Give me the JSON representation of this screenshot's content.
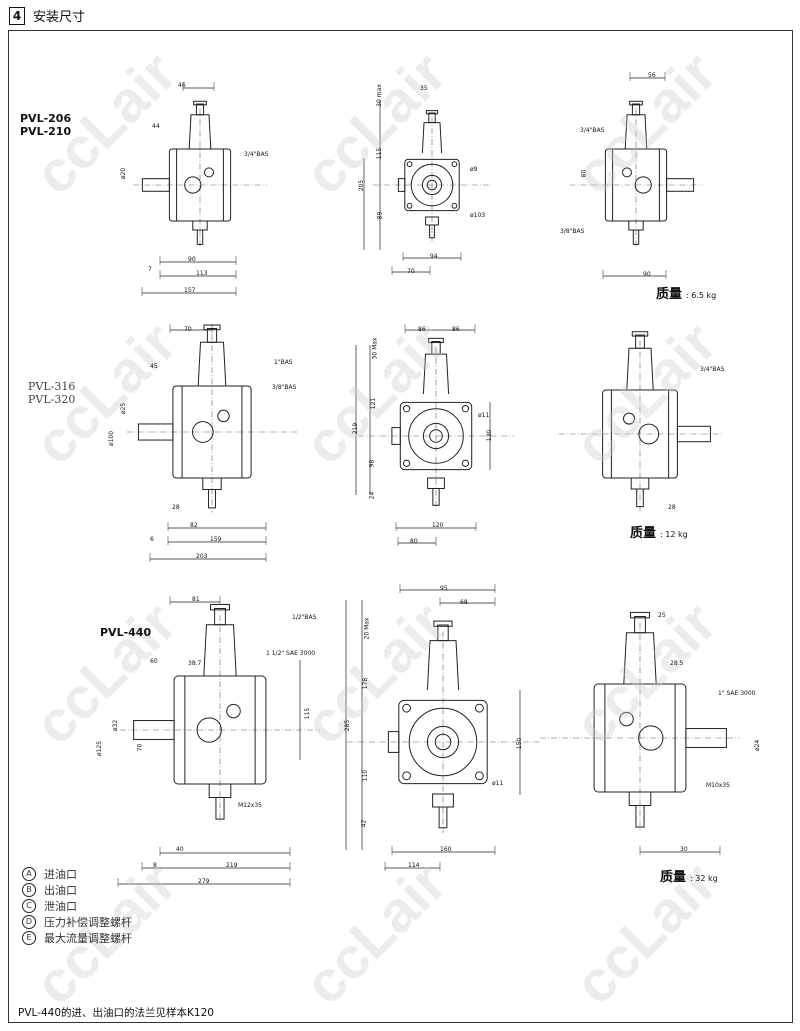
{
  "header": {
    "section_number": "4",
    "title": "安装尺寸"
  },
  "watermark": "ccLair",
  "rows": [
    {
      "models": [
        "PVL-206",
        "PVL-210"
      ],
      "mass_label": "质量",
      "mass_value": ": 6.5 kg",
      "front_dims": [
        "46",
        "44",
        "ø20",
        "90",
        "113",
        "157",
        "7"
      ],
      "front_callouts": [
        "3/4\"BAS"
      ],
      "side_dims": [
        "35",
        "30 max",
        "115",
        "205",
        "89",
        "94",
        "70",
        "ø9",
        "ø103"
      ],
      "back_dims": [
        "56",
        "3/4\"BAS",
        "80",
        "3/8\"BAS",
        "90"
      ]
    },
    {
      "models": [
        "PVL-316",
        "PVL-320"
      ],
      "mass_label": "质量",
      "mass_value": ": 12 kg",
      "front_dims": [
        "70",
        "45",
        "ø25",
        "ø100",
        "28",
        "82",
        "159",
        "6",
        "203"
      ],
      "front_callouts": [
        "1\"BAS",
        "3/8\"BAS"
      ],
      "side_dims": [
        "86",
        "86",
        "30 Max",
        "121",
        "219",
        "98",
        "24",
        "120",
        "80",
        "ø11",
        "130"
      ],
      "back_dims": [
        "3/4\"BAS",
        "28"
      ]
    },
    {
      "models": [
        "PVL-440"
      ],
      "mass_label": "质量",
      "mass_value": ": 32 kg",
      "front_dims": [
        "81",
        "60",
        "38.7",
        "ø125",
        "ø32",
        "70",
        "40",
        "219",
        "279",
        "8",
        "115",
        "M12x35"
      ],
      "front_callouts": [
        "1/2\"BAS",
        "1 1/2\" SAE 3000"
      ],
      "side_dims": [
        "95",
        "68",
        "20 Max",
        "178",
        "285",
        "110",
        "42",
        "160",
        "114",
        "150",
        "ø11"
      ],
      "back_dims": [
        "25",
        "28.5",
        "1\" SAE 3000",
        "ø24",
        "M10x35",
        "30"
      ]
    }
  ],
  "legend": [
    {
      "letter": "A",
      "text": "进油口"
    },
    {
      "letter": "B",
      "text": "出油口"
    },
    {
      "letter": "C",
      "text": "泄油口"
    },
    {
      "letter": "D",
      "text": "压力补偿调整螺杆"
    },
    {
      "letter": "E",
      "text": "最大流量调整螺杆"
    }
  ],
  "footnote": "PVL-440的进、出油口的法兰见样本K120"
}
